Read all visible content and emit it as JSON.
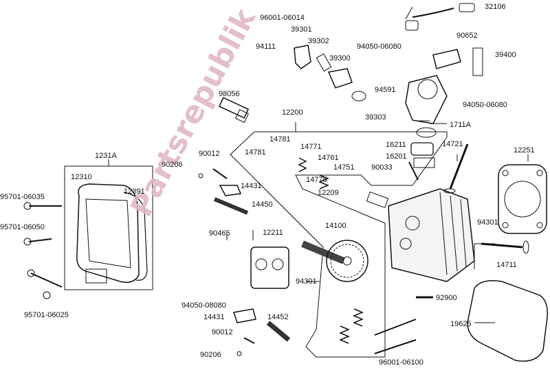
{
  "watermark": "Partsrepublik",
  "labels": {
    "l32106": "32106",
    "l96001_06014": "96001-06014",
    "l39301": "39301",
    "l94111": "94111",
    "l39302": "39302",
    "l94050_06080_top": "94050-06080",
    "l90652": "90652",
    "l39400": "39400",
    "l39300": "39300",
    "l98056": "98056",
    "l94591": "94591",
    "l39303": "39303",
    "l94050_06080_right": "94050-06080",
    "l12200": "12200",
    "l1711A": "1711A",
    "l14781a": "14781",
    "l14771": "14771",
    "l14781b": "14781",
    "l14761": "14761",
    "l16211": "16211",
    "l16201": "16201",
    "l14721": "14721",
    "l12251": "12251",
    "l90012a": "90012",
    "l90206a": "90206",
    "l1231A": "1231A",
    "l14751": "14751",
    "l90033": "90033",
    "l12310": "12310",
    "l12391": "12391",
    "l14775": "14775",
    "l14431a": "14431",
    "l12209": "12209",
    "l95701_06035": "95701-06035",
    "l14450": "14450",
    "l94301a": "94301",
    "l95701_06050": "95701-06050",
    "l12211": "12211",
    "l14100": "14100",
    "l90465": "90465",
    "l14711": "14711",
    "l94301b": "94301",
    "l92900": "92900",
    "l94050_08080": "94050-08080",
    "l95701_06025": "95701-06025",
    "l14431b": "14431",
    "l14452": "14452",
    "l19625": "19625",
    "l90012b": "90012",
    "l90206b": "90206",
    "l96001_06100": "96001-06100"
  }
}
